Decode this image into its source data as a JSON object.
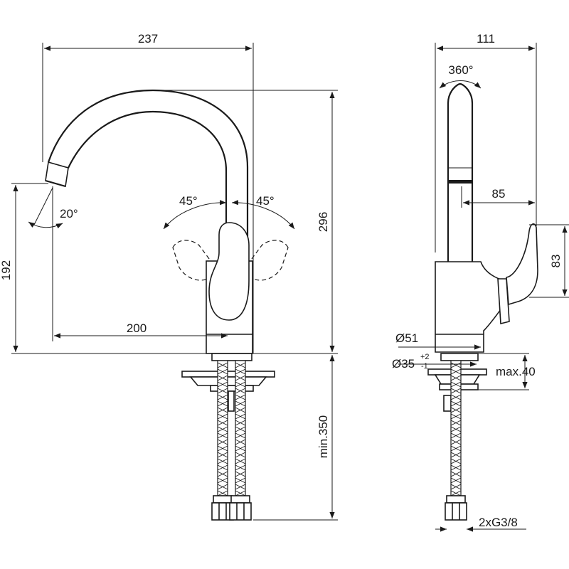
{
  "dimensions": {
    "front_width": "237",
    "side_width": "111",
    "rotation": "360°",
    "angle_left": "45°",
    "angle_right": "45°",
    "spout_angle": "20°",
    "spout_height": "192",
    "total_height": "296",
    "spout_reach": "200",
    "lever_reach": "85",
    "lever_height": "83",
    "base_diameter": "Ø51",
    "hole_diameter": "Ø35",
    "hole_tolerance_upper": "+2",
    "hole_tolerance_lower": "-1",
    "max_thickness": "max.40",
    "hose_length": "min.350",
    "connection": "2xG3/8"
  },
  "colors": {
    "line": "#1a1a1a",
    "background": "#ffffff"
  }
}
